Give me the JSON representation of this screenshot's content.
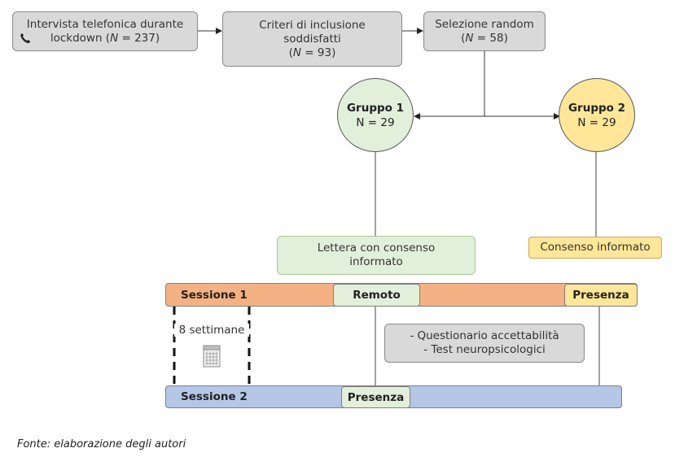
{
  "steps": {
    "interview": {
      "line1": "Intervista telefonica durante",
      "line2_pre": "lockdown (",
      "n": "N",
      "line2_post": " = 237)"
    },
    "criteria": {
      "line1": "Criteri di inclusione",
      "line2": "soddisfatti",
      "line3_pre": "(",
      "n": "N",
      "line3_post": " = 93)"
    },
    "random": {
      "line1": "Selezione random",
      "line2_pre": "(",
      "n": "N",
      "line2_post": " = 58)"
    }
  },
  "groups": {
    "g1": {
      "title": "Gruppo 1",
      "count": "N = 29",
      "color": "#e2efda"
    },
    "g2": {
      "title": "Gruppo 2",
      "count": "N = 29",
      "color": "#ffe699"
    }
  },
  "consent": {
    "letter": {
      "line1": "Lettera con consenso",
      "line2": "informato"
    },
    "informed": "Consenso informato"
  },
  "sessions": {
    "s1": {
      "label": "Sessione 1",
      "color": "#f4b183",
      "remote": "Remoto",
      "presence": "Presenza"
    },
    "s2": {
      "label": "Sessione 2",
      "color": "#b4c7e7",
      "presence": "Presenza"
    }
  },
  "interval": {
    "label": "8 settimane",
    "icon": "calendar-icon"
  },
  "tests": {
    "line1": "- Questionario accettabilità",
    "line2": "- Test neuropsicologici"
  },
  "source": "Fonte: elaborazione degli autori",
  "icons": {
    "phone": "phone-icon"
  }
}
